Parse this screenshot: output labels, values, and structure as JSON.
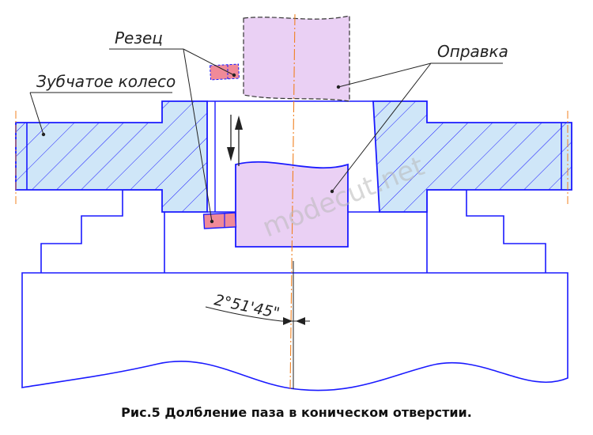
{
  "labels": {
    "cutter": "Резец",
    "gear": "Зубчатое колесо",
    "mandrel": "Оправка",
    "angle": "2°51'45\""
  },
  "watermark": "modecut.net",
  "caption": "Рис.5 Долбление паза в коническом отверстии.",
  "colors": {
    "outline": "#1a1aff",
    "hatch_fill": "#cfe6f8",
    "mandrel_fill": "#ead0f4",
    "cutter_fill": "#f08a98",
    "axis": "#f08020",
    "leader": "#222222"
  }
}
